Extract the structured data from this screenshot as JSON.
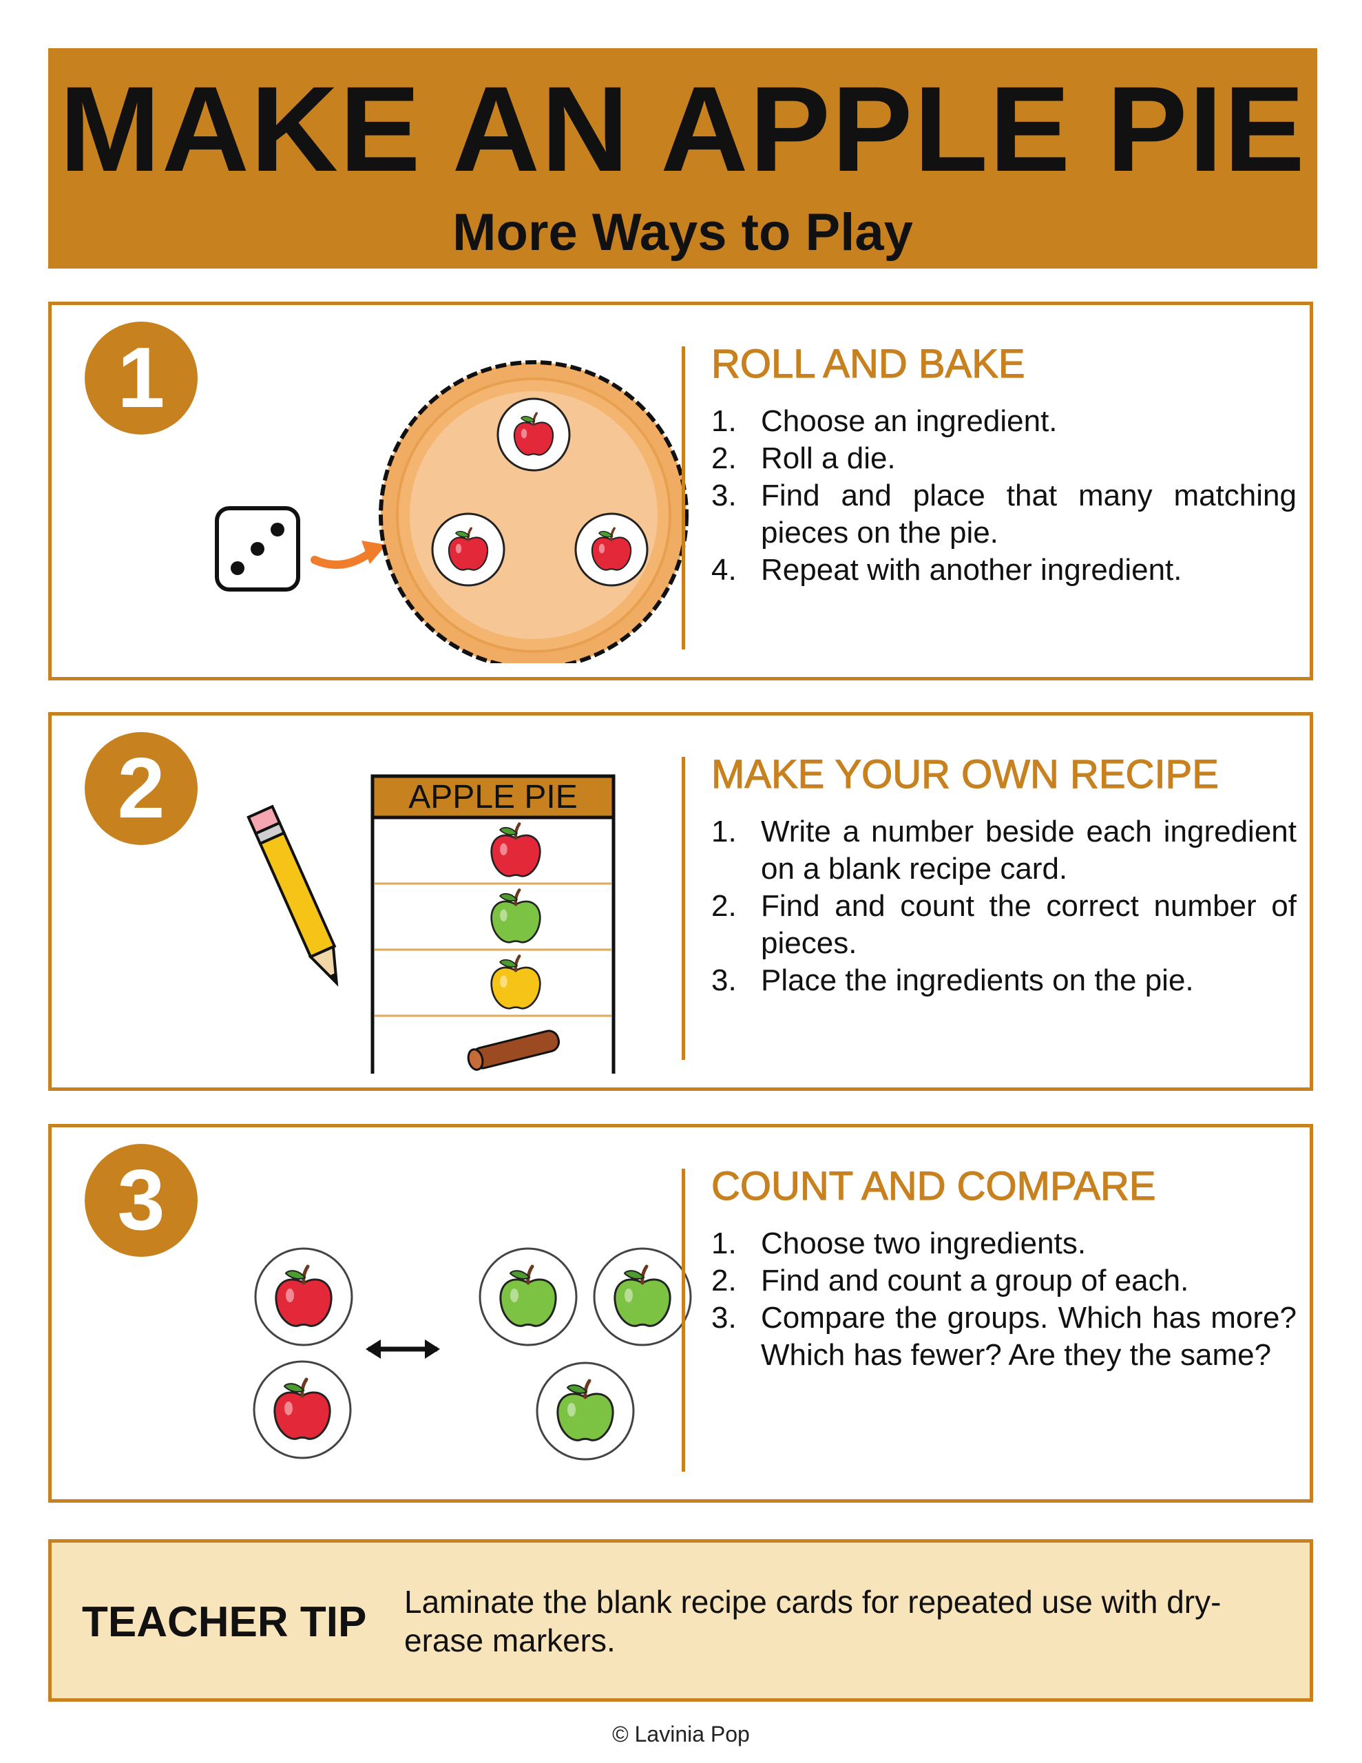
{
  "header": {
    "title": "MAKE AN APPLE PIE",
    "subtitle": "More Ways to Play"
  },
  "sections": [
    {
      "number": "1",
      "title": "ROLL AND BAKE",
      "steps": [
        {
          "num": "1.",
          "text": "Choose an ingredient."
        },
        {
          "num": "2.",
          "text": "Roll a die."
        },
        {
          "num": "3.",
          "text": "Find and place that many matching pieces on the pie."
        },
        {
          "num": "4.",
          "text": "Repeat with another ingredient."
        }
      ]
    },
    {
      "number": "2",
      "title": "MAKE YOUR OWN RECIPE",
      "recipe_card_title": "APPLE PIE",
      "steps": [
        {
          "num": "1.",
          "text": "Write a number beside each ingredient on a blank recipe card."
        },
        {
          "num": "2.",
          "text": "Find and count the correct number of pieces."
        },
        {
          "num": "3.",
          "text": "Place the ingredients on the pie."
        }
      ]
    },
    {
      "number": "3",
      "title": "COUNT AND COMPARE",
      "steps": [
        {
          "num": "1.",
          "text": "Choose two ingredients."
        },
        {
          "num": "2.",
          "text": "Find and count a group of each."
        },
        {
          "num": "3.",
          "text": "Compare the groups. Which has more? Which has fewer? Are they the same?"
        }
      ]
    }
  ],
  "teacher_tip": {
    "label": "TEACHER TIP",
    "text": "Laminate the blank recipe cards for repeated use with dry-erase markers."
  },
  "footer": "© Lavinia Pop",
  "colors": {
    "accent": "#c8811f",
    "tip_background": "#f8e4ba",
    "apple_red": "#e3283a",
    "apple_green": "#7cc243",
    "apple_yellow": "#f6c417",
    "pie_crust": "#f0ac63",
    "pie_filling": "#f6c694"
  },
  "icons": [
    "die-icon",
    "arrow-icon",
    "pie-icon",
    "apple-icon",
    "pencil-icon",
    "cinnamon-stick-icon",
    "double-arrow-icon"
  ]
}
